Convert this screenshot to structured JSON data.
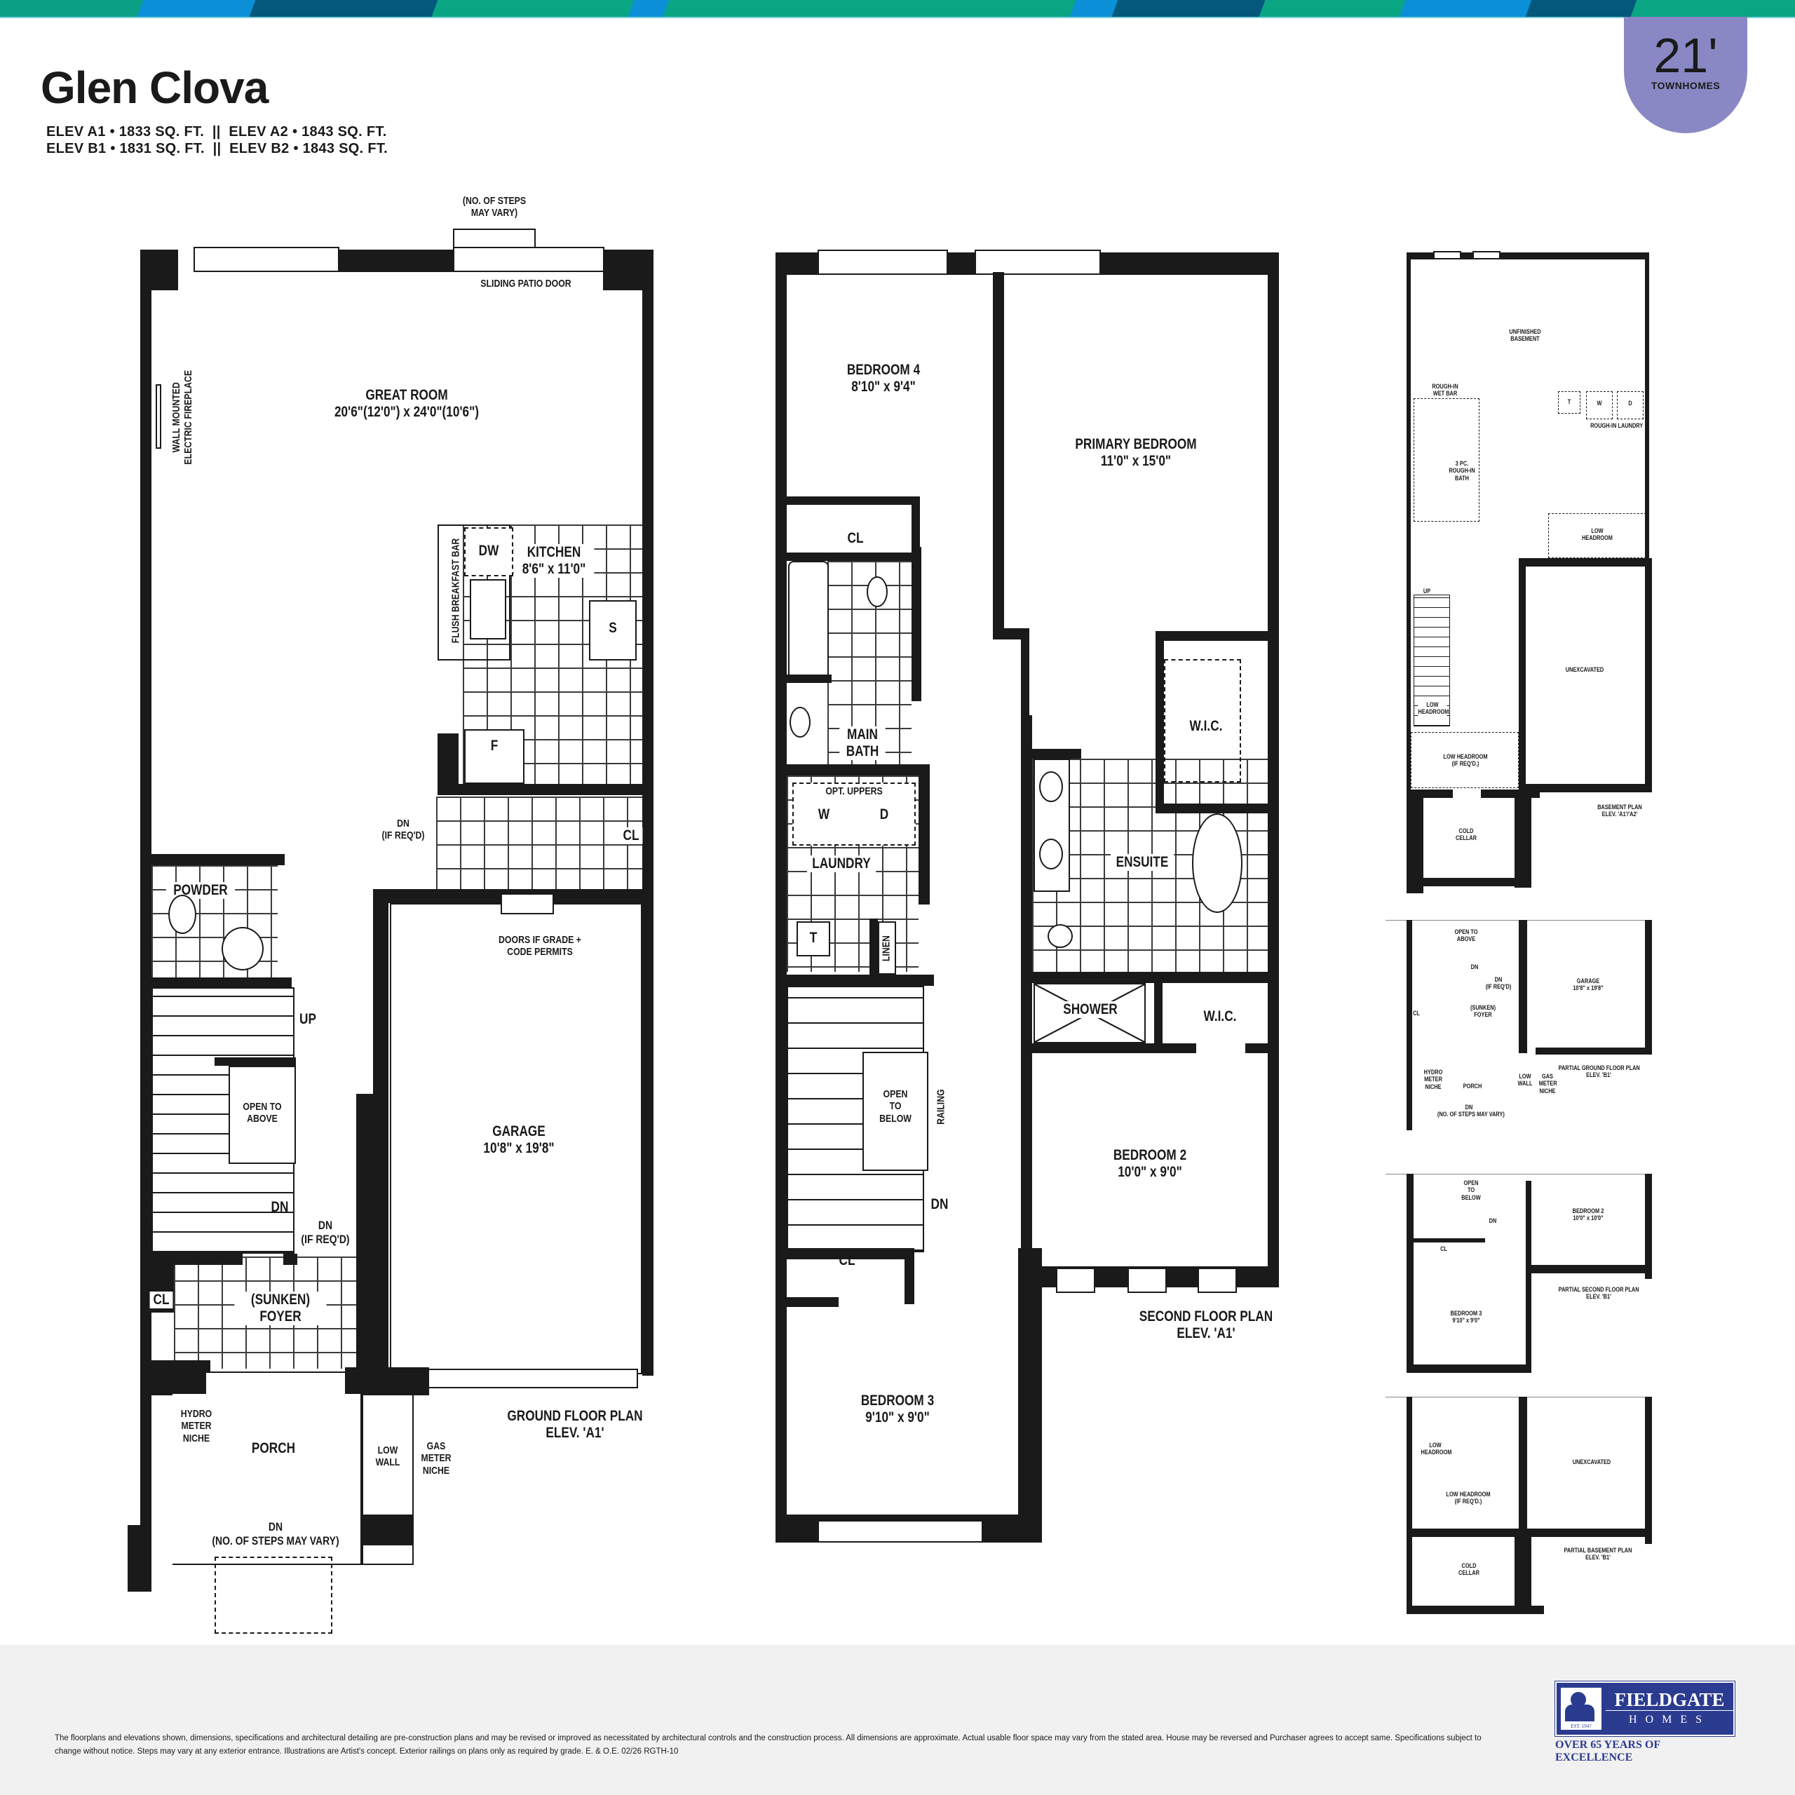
{
  "header": {
    "stripe_colors": [
      "#0a9f84",
      "#0b8fd6",
      "#03587b",
      "#0aa684",
      "#0b8fd6",
      "#03587b",
      "#0aa684"
    ],
    "title": "Glen Clova",
    "elevations": [
      "ELEV A1 • 1833 SQ. FT.  ||  ELEV A2 • 1843 SQ. FT.",
      "ELEV B1 • 1831 SQ. FT.  ||  ELEV B2 • 1843 SQ. FT."
    ],
    "badge": {
      "size": "21'",
      "label": "TOWNHOMES",
      "color": "#8a88c4"
    }
  },
  "ground_floor": {
    "plan_title": "GROUND FLOOR PLAN",
    "plan_elev": "ELEV. 'A1'",
    "steps_note": "(NO. OF STEPS\nMAY VARY)",
    "patio_door": "SLIDING PATIO DOOR",
    "fireplace": "WALL MOUNTED\nELECTRIC FIREPLACE",
    "great_room": {
      "name": "GREAT ROOM",
      "dims": "20'6\"(12'0\") x 24'0\"(10'6\")"
    },
    "kitchen": {
      "name": "KITCHEN",
      "dims": "8'6\" x 11'0\"",
      "dw": "DW",
      "s": "S",
      "f": "F",
      "bar": "FLUSH BREAKFAST BAR"
    },
    "dn_ifreq": "DN\n(IF REQ'D)",
    "cl": "CL",
    "powder": "POWDER",
    "up": "UP",
    "open_above": "OPEN TO\nABOVE",
    "dn": "DN",
    "dn_ifreq2": "DN\n(IF REQ'D)",
    "doors_note": "DOORS IF GRADE +\nCODE PERMITS",
    "garage": {
      "name": "GARAGE",
      "dims": "10'8\" x 19'8\""
    },
    "foyer": "(SUNKEN)\nFOYER",
    "cl2": "CL",
    "hydro": "HYDRO\nMETER\nNICHE",
    "porch": "PORCH",
    "low_wall": "LOW\nWALL",
    "gas": "GAS\nMETER\nNICHE",
    "porch_dn": "DN\n(NO. OF STEPS MAY VARY)"
  },
  "second_floor": {
    "plan_title": "SECOND FLOOR PLAN",
    "plan_elev": "ELEV. 'A1'",
    "bedroom4": {
      "name": "BEDROOM 4",
      "dims": "8'10\" x 9'4\""
    },
    "primary": {
      "name": "PRIMARY BEDROOM",
      "dims": "11'0\" x 15'0\""
    },
    "cl": "CL",
    "main_bath": "MAIN\nBATH",
    "wic": "W.I.C.",
    "opt_uppers": "OPT. UPPERS",
    "w": "W",
    "d": "D",
    "laundry": "LAUNDRY",
    "ensuite": "ENSUITE",
    "t": "T",
    "linen": "LINEN",
    "shower": "SHOWER",
    "wic2": "W.I.C.",
    "open_below": "OPEN\nTO\nBELOW",
    "railing": "RAILING",
    "bedroom2": {
      "name": "BEDROOM 2",
      "dims": "10'0\" x 9'0\""
    },
    "dn": "DN",
    "cl2": "CL",
    "bedroom3": {
      "name": "BEDROOM 3",
      "dims": "9'10\" x 9'0\""
    }
  },
  "basement": {
    "plan_title": "BASEMENT PLAN",
    "plan_elev": "ELEV. 'A1'/'A2'",
    "unfinished": "UNFINISHED\nBASEMENT",
    "wet_bar": "ROUGH-IN\nWET BAR",
    "bath": "3 PC.\nROUGH-IN\nBATH",
    "laundry": "ROUGH-IN LAUNDRY",
    "t": "T",
    "w": "W",
    "d": "D",
    "low_headroom": "LOW\nHEADROOM",
    "up": "UP",
    "low_headroom2": "LOW\nHEADROOM",
    "low_headroom_ifreq": "LOW HEADROOM\n(IF REQ'D.)",
    "unexcavated": "UNEXCAVATED",
    "cold_cellar": "COLD\nCELLAR"
  },
  "partial_ground_b1": {
    "plan_title": "PARTIAL GROUND FLOOR PLAN",
    "plan_elev": "ELEV. 'B1'",
    "open_above": "OPEN TO\nABOVE",
    "dn": "DN",
    "dn_ifreq": "DN\n(IF REQ'D)",
    "garage": {
      "name": "GARAGE",
      "dims": "10'8\" x 19'8\""
    },
    "cl": "CL",
    "foyer": "(SUNKEN)\nFOYER",
    "hydro": "HYDRO\nMETER\nNICHE",
    "porch": "PORCH",
    "low_wall": "LOW\nWALL",
    "gas": "GAS\nMETER\nNICHE",
    "porch_dn": "DN\n(NO. OF STEPS MAY VARY)"
  },
  "partial_second_b1": {
    "plan_title": "PARTIAL SECOND FLOOR PLAN",
    "plan_elev": "ELEV. 'B1'",
    "open_below": "OPEN\nTO\nBELOW",
    "dn": "DN",
    "cl": "CL",
    "bedroom2": {
      "name": "BEDROOM 2",
      "dims": "10'0\" x 10'0\""
    },
    "bedroom3": {
      "name": "BEDROOM 3",
      "dims": "9'10\" x 9'0\""
    }
  },
  "partial_basement_b1": {
    "plan_title": "PARTIAL BASEMENT PLAN",
    "plan_elev": "ELEV. 'B1'",
    "low_headroom": "LOW\nHEADROOM",
    "low_headroom_ifreq": "LOW HEADROOM\n(IF REQ'D.)",
    "unexcavated": "UNEXCAVATED",
    "cold_cellar": "COLD\nCELLAR"
  },
  "footer": {
    "disclaimer": "The floorplans and elevations shown, dimensions, specifications and architectural detailing are pre-construction plans and may be revised or improved as necessitated by architectural controls and the construction process. All dimensions are approximate. Actual usable floor space may vary from the stated area. House may be reversed and Purchaser agrees to accept same. Specifications subject to change without notice. Steps may vary at any exterior entrance. Illustrations are Artist's concept. Exterior railings on plans only as required by grade. E. & O.E. 02/26  RGTH-10",
    "logo": {
      "brand": "FIELDGATE",
      "sub": "HOMES",
      "est": "EST. 1947",
      "tagline": "OVER 65 YEARS OF EXCELLENCE",
      "color": "#2b3b8f"
    }
  }
}
